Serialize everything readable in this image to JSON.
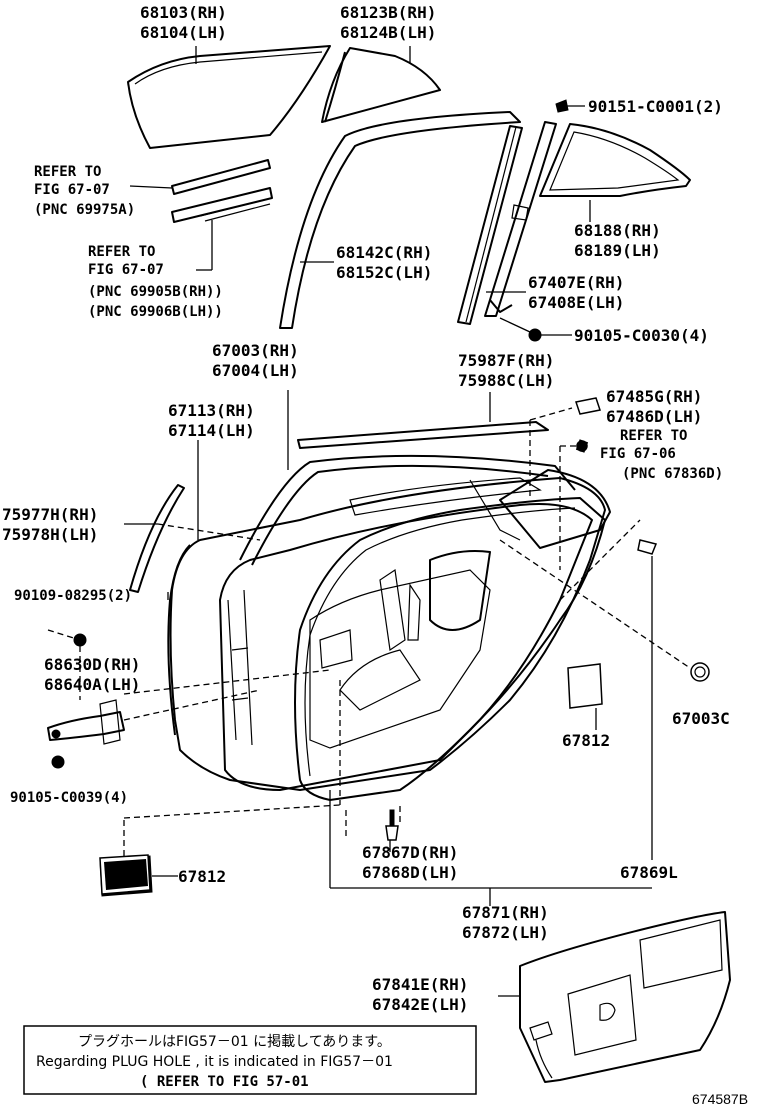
{
  "labels": {
    "glass_rh": "68103(RH)",
    "glass_lh": "68104(LH)",
    "quarter_glass_rh": "68123B(RH)",
    "quarter_glass_lh": "68124B(LH)",
    "refer1_l1": "REFER TO",
    "refer1_l2": "FIG 67-07",
    "refer1_l3": "(PNC 69975A)",
    "refer2_l1": "REFER TO",
    "refer2_l2": "FIG 67-07",
    "refer2_l3": "(PNC 69905B(RH))",
    "refer2_l4": "(PNC 69906B(LH))",
    "run_rh": "68142C(RH)",
    "run_lh": "68152C(LH)",
    "screw_top": "90151-C0001(2)",
    "qwin_rh": "68188(RH)",
    "qwin_lh": "68189(LH)",
    "frame_rh": "67407E(RH)",
    "frame_lh": "67408E(LH)",
    "bolt_4": "90105-C0030(4)",
    "door_rh": "67003(RH)",
    "door_lh": "67004(LH)",
    "seal_top_rh": "75987F(RH)",
    "seal_top_lh": "75988C(LH)",
    "panel_rh": "67113(RH)",
    "panel_lh": "67114(LH)",
    "pad_rh": "67485G(RH)",
    "pad_lh": "67486D(LH)",
    "refer3_l1": "REFER TO",
    "refer3_l2": "FIG 67-06",
    "refer3_l3": "(PNC 67836D)",
    "molding_rh": "75977H(RH)",
    "molding_lh": "75978H(LH)",
    "bolt_2": "90109-08295(2)",
    "check_rh": "68630D(RH)",
    "check_lh": "68640A(LH)",
    "plug_right": "67003C",
    "seal_mid": "67812",
    "bolt_check": "90105-C0039(4)",
    "seal_low": "67812",
    "clip_rh": "67867D(RH)",
    "clip_lh": "67868D(LH)",
    "weather": "67869L",
    "wstrip_rh": "67871(RH)",
    "wstrip_lh": "67872(LH)",
    "trim_rh": "67841E(RH)",
    "trim_lh": "67842E(LH)"
  },
  "note": {
    "jp": "プラグホールはFIG57－01 に掲載してあります。",
    "en": "Regarding  PLUG  HOLE  , it  is  indicated  in  FIG57－01",
    "ref": "(  REFER  TO  FIG  57-01"
  },
  "figure_code": "674587B"
}
